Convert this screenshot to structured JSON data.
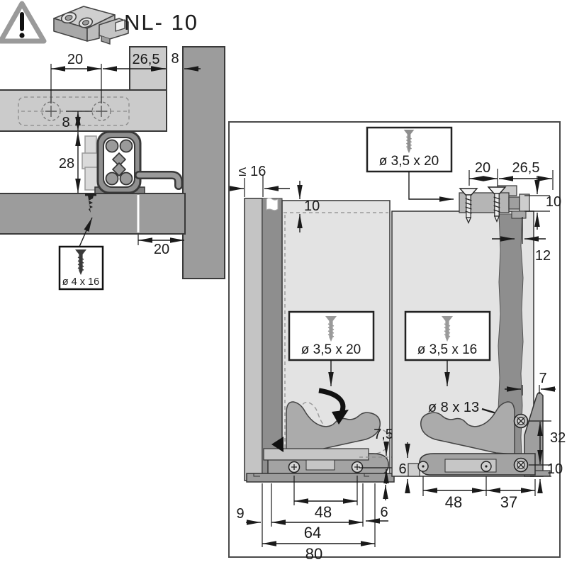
{
  "title_block": {
    "model_code": "NL- 10",
    "icons": {
      "warning": "warning-triangle",
      "product": "front-bracket-3d"
    }
  },
  "left_diagram": {
    "screw_spacing_top": "20",
    "bracket_offset": "26,5",
    "panel_gap": "8",
    "screw_line_offset": "8",
    "profile_height": "28",
    "bottom_inset": "20",
    "screw_spec": "ø 4 x 16"
  },
  "detail_panel": {
    "left_view": {
      "front_thickness_max": "≤ 16",
      "top_inset": "10",
      "screw_spec_top": "ø 3,5 x 20",
      "screw_spec_front": "ø 3,5 x 20",
      "latch_clearance": "7,5",
      "base_clearance": "6",
      "hole_spacing": "48",
      "edge_offset": "9",
      "bracket_width": "64",
      "overall_width": "80"
    },
    "right_view": {
      "screw_spacing_top": "20",
      "bracket_offset": "26,5",
      "top_inset": "10",
      "profile_width": "12",
      "screw_spec": "ø 3,5 x 16",
      "dowel_spec": "ø 8 x 13",
      "flange_offset": "7",
      "dowel_spacing": "32",
      "dowel_bottom_offset": "10",
      "tab_height": "6",
      "base_hole_spacing": "48",
      "base_right_offset": "37"
    }
  }
}
